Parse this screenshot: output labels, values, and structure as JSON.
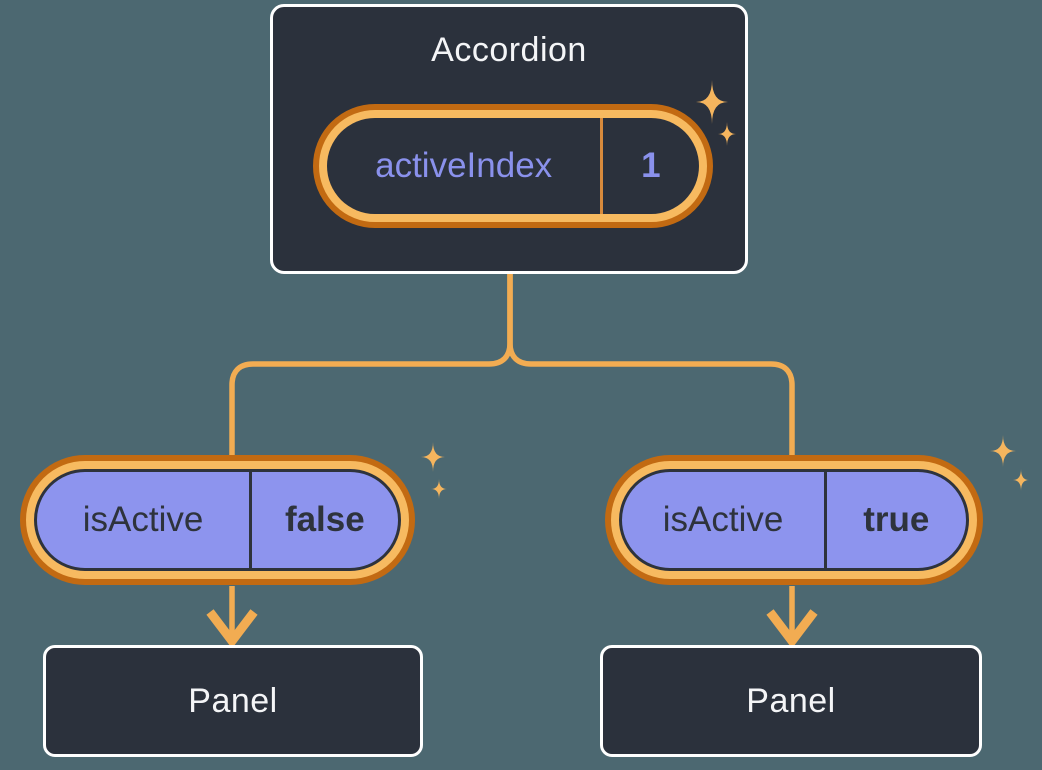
{
  "palette": {
    "background": "#4C6871",
    "box_fill": "#2B313C",
    "box_border": "#FFFFFF",
    "white_text": "#F4F5F7",
    "purple_text": "#8A91EC",
    "pill_purple": "#8D94EE",
    "dark_text": "#2E333C",
    "ring_dark": "#C26A12",
    "ring_light": "#F7BA60",
    "line_orange": "#F2AC52",
    "sparkle_orange": "#F5B55E",
    "divider_orange": "#D78A3C"
  },
  "icons": {
    "decoration": "sparkle-icon"
  },
  "root_component": {
    "title": "Accordion",
    "state": {
      "name": "activeIndex",
      "value": "1"
    }
  },
  "children": [
    {
      "prop": {
        "name": "isActive",
        "value": "false"
      },
      "panel_label": "Panel"
    },
    {
      "prop": {
        "name": "isActive",
        "value": "true"
      },
      "panel_label": "Panel"
    }
  ]
}
